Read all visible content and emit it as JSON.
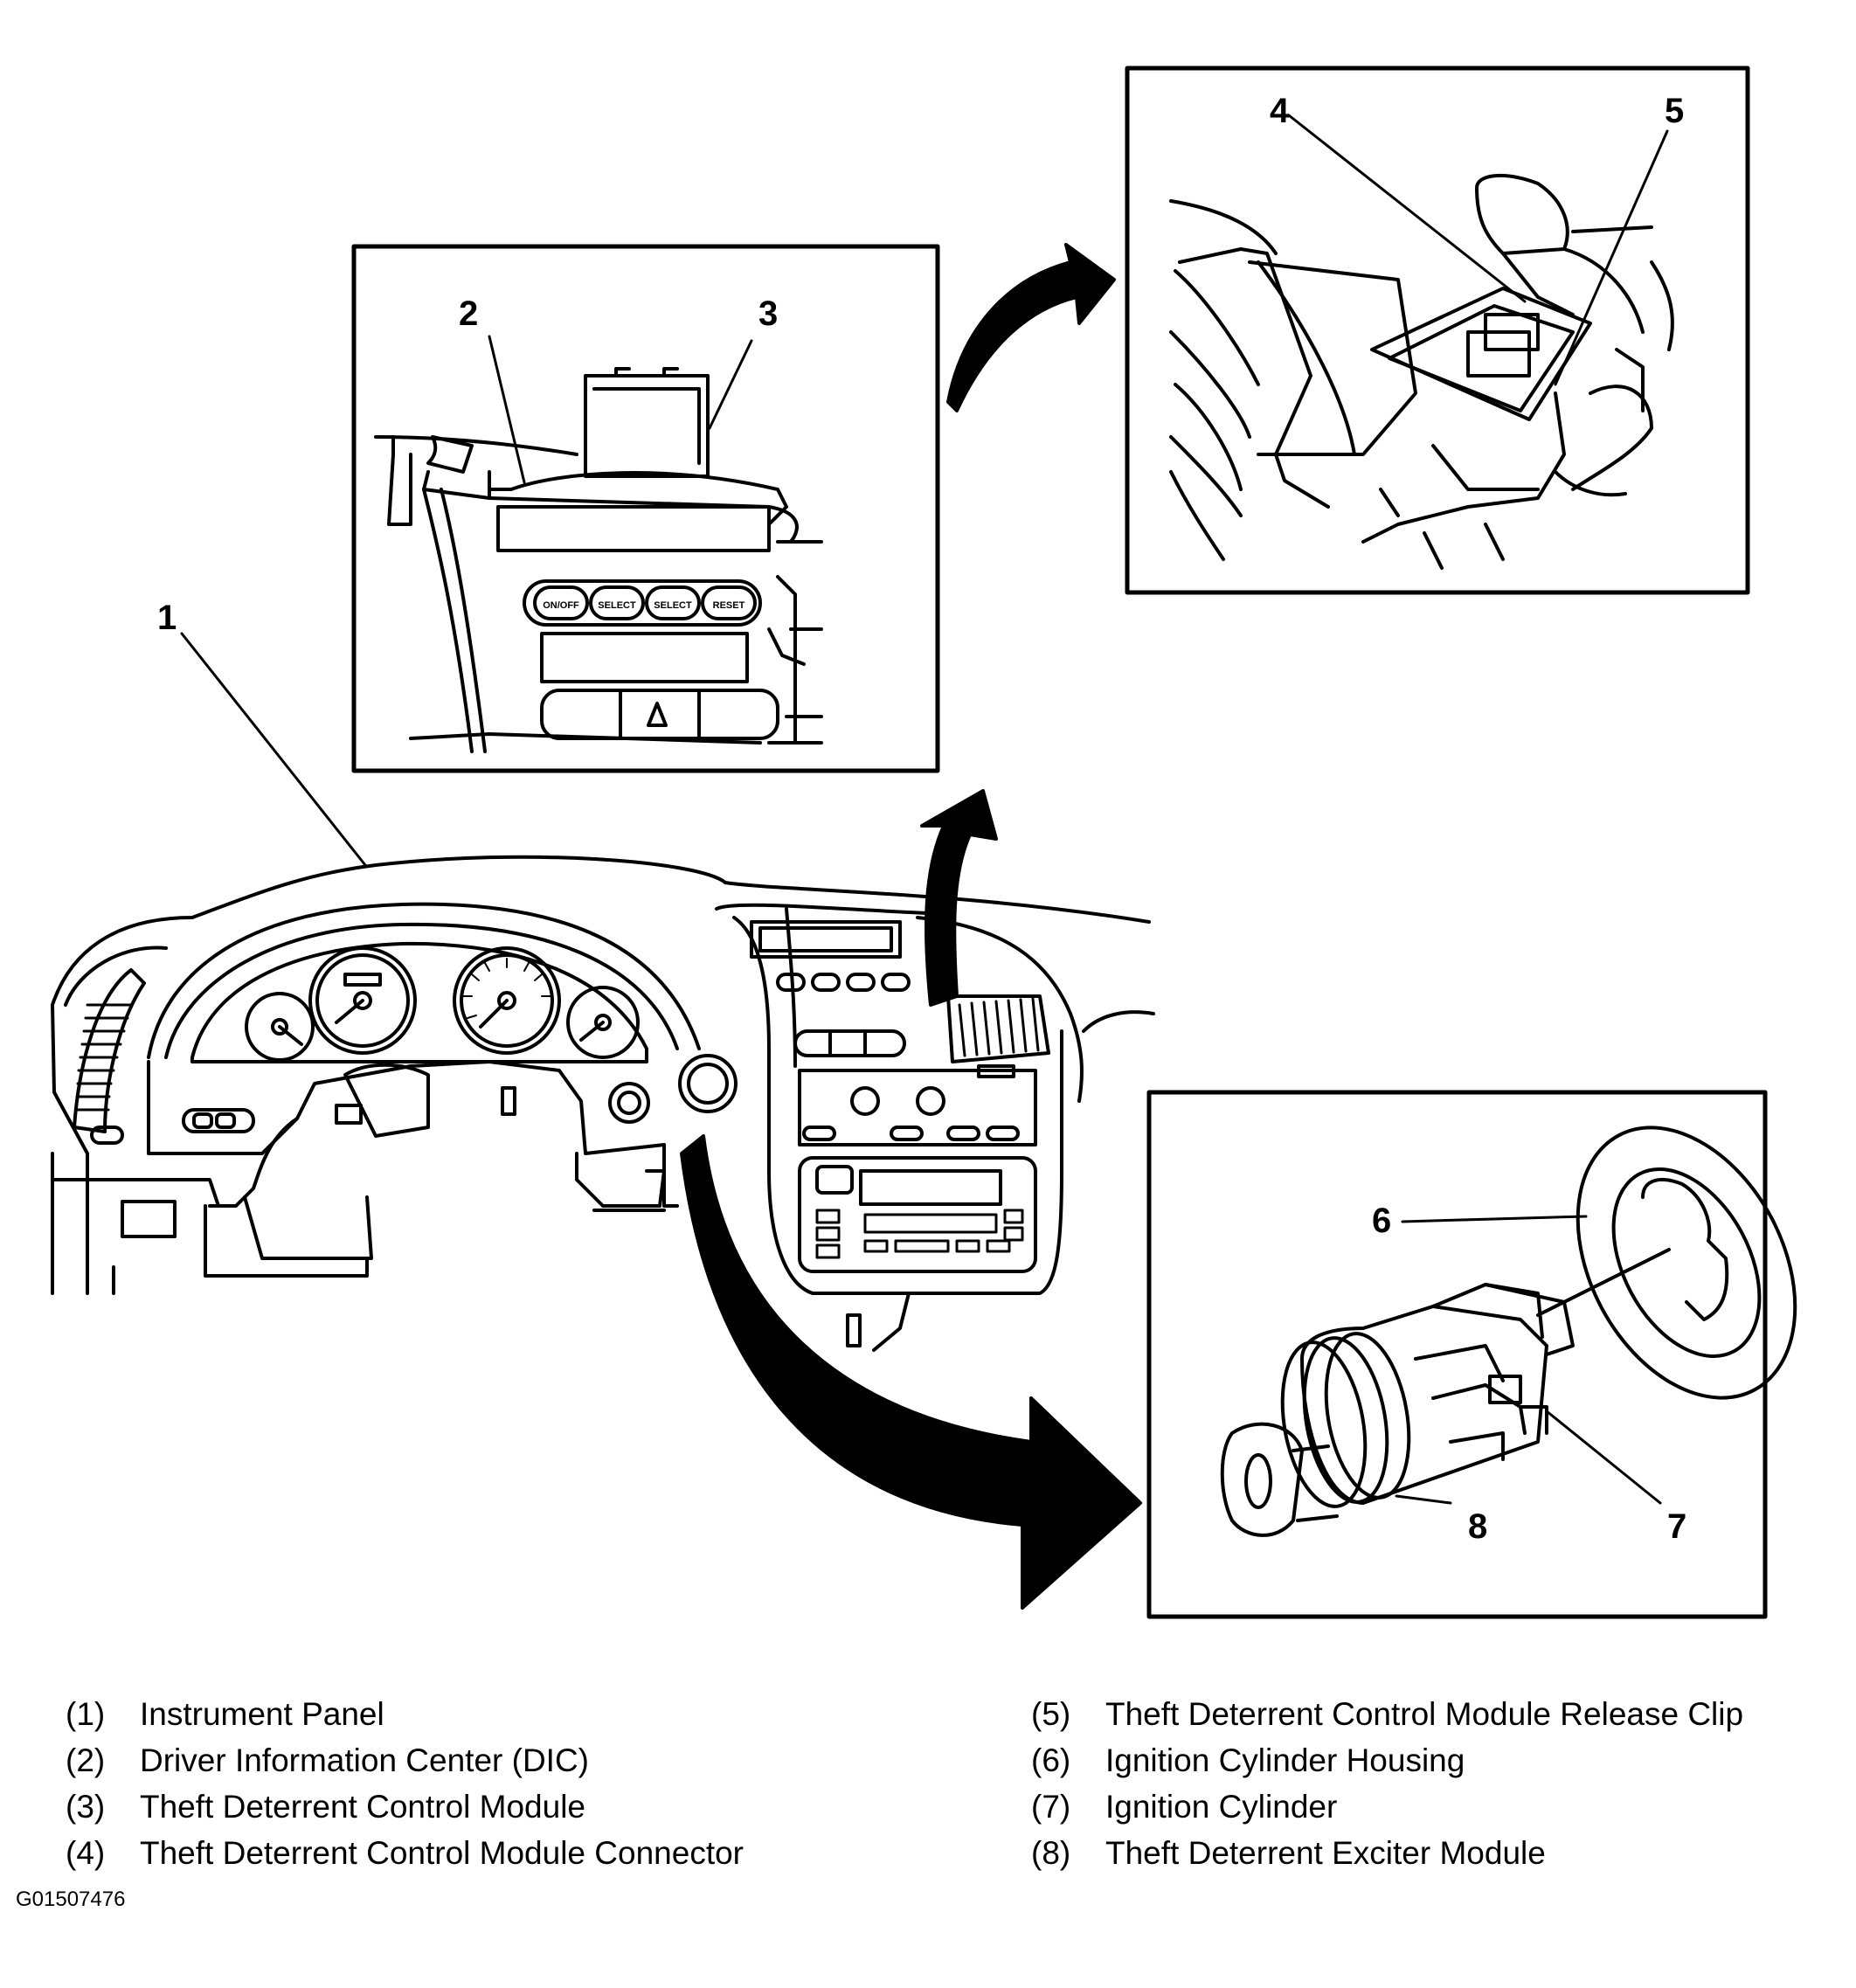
{
  "callouts": [
    "1",
    "2",
    "3",
    "4",
    "5",
    "6",
    "7",
    "8"
  ],
  "legend": [
    {
      "num": "(1)",
      "text": "Instrument Panel"
    },
    {
      "num": "(2)",
      "text": "Driver Information Center (DIC)"
    },
    {
      "num": "(3)",
      "text": "Theft Deterrent Control Module"
    },
    {
      "num": "(4)",
      "text": "Theft Deterrent Control Module Connector"
    },
    {
      "num": "(5)",
      "text": "Theft Deterrent Control Module Release Clip"
    },
    {
      "num": "(6)",
      "text": "Ignition Cylinder Housing"
    },
    {
      "num": "(7)",
      "text": "Ignition Cylinder"
    },
    {
      "num": "(8)",
      "text": "Theft Deterrent Exciter Module"
    }
  ],
  "dic_buttons": [
    "ON/OFF",
    "SELECT",
    "SELECT",
    "RESET"
  ],
  "figure_id": "G01507476"
}
